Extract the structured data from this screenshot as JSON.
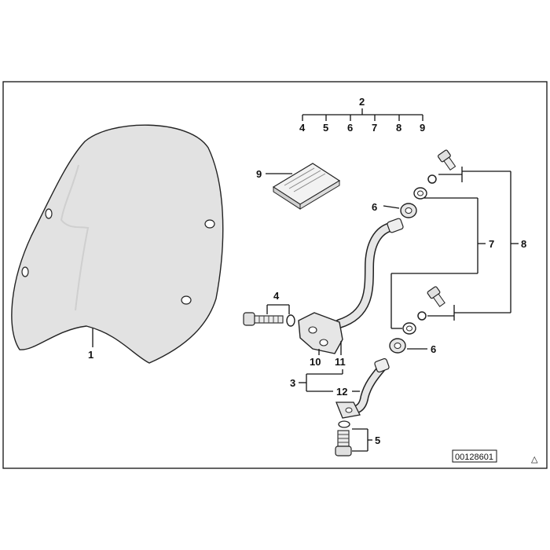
{
  "callouts": {
    "windshield": "1",
    "kit": "2",
    "bracket_set": "3",
    "bolt_set": "4",
    "lower_bolt_set": "5",
    "grommet_upper": "6",
    "grommet_lower": "6",
    "group_7": "7",
    "group_8": "8",
    "manual": "9",
    "clamp": "10",
    "upper_arm": "11",
    "lower_arm": "12"
  },
  "kit_contents": [
    "4",
    "5",
    "6",
    "7",
    "8",
    "9"
  ],
  "diagram_number": "00128601",
  "corner_mark": "△"
}
